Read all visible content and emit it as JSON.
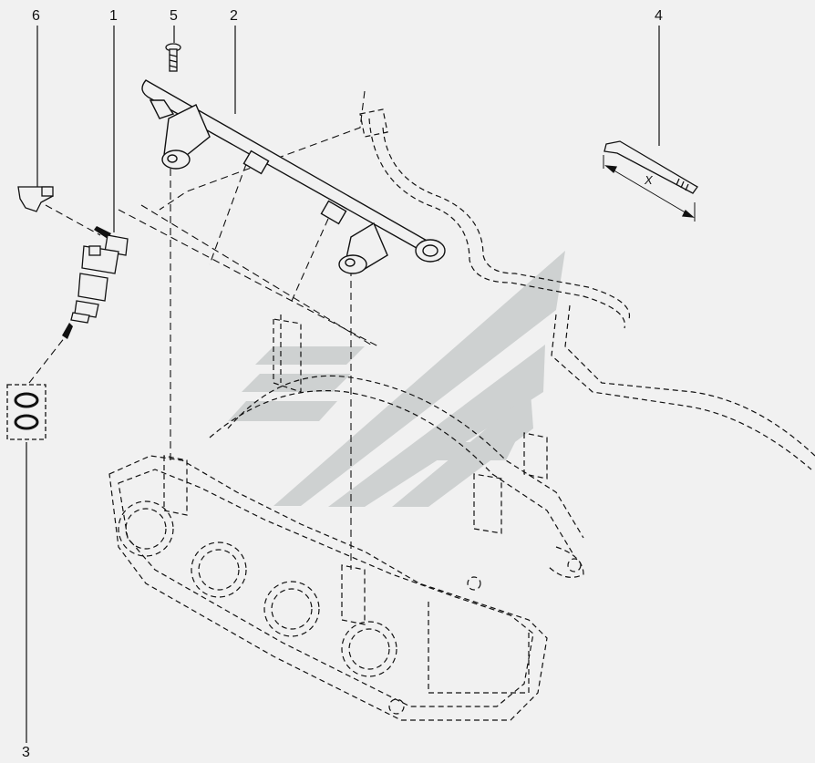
{
  "callouts": [
    {
      "id": "6",
      "label": "6"
    },
    {
      "id": "1",
      "label": "1"
    },
    {
      "id": "5",
      "label": "5"
    },
    {
      "id": "2",
      "label": "2"
    },
    {
      "id": "4",
      "label": "4"
    },
    {
      "id": "3",
      "label": "3"
    }
  ],
  "dimension_label": "X",
  "colors": {
    "background": "#f1f1f1",
    "line": "#111111",
    "watermark": "#c9cccc"
  },
  "watermark_icon": "stylized-logo-watermark"
}
